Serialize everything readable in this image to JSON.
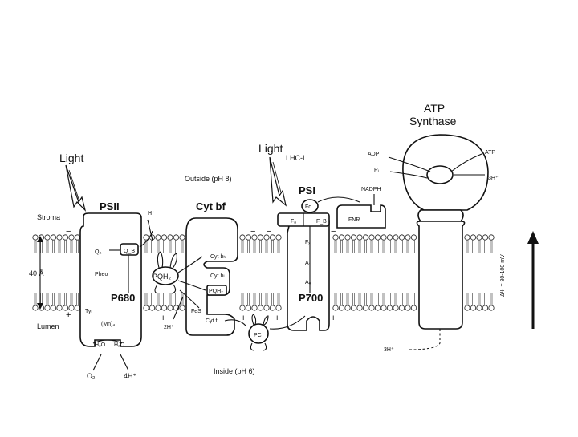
{
  "labels": {
    "light_left": "Light",
    "light_mid": "Light",
    "lhc": "LHC-I",
    "atp_synthase_line1": "ATP",
    "atp_synthase_line2": "Synthase",
    "outside": "Outside (pH 8)",
    "inside": "Inside (pH 6)",
    "stroma": "Stroma",
    "lumen": "Lumen",
    "psii": "PSII",
    "cytbf": "Cyt bf",
    "psi": "PSI",
    "thickness": "40 Å",
    "potential": "ΔΨ = 80-100 mV",
    "adp": "ADP",
    "pi": "Pᵢ",
    "atp": "ATP",
    "h3_top": "3H⁺",
    "h3_bottom": "3H⁺",
    "nadph": "NADPH",
    "fd": "Fd",
    "fnr": "FNR",
    "fa": "Fₐ",
    "fb": "F_B",
    "fx": "Fₓ",
    "a1": "A₁",
    "a0": "A₀",
    "p700": "P700",
    "h_plus_top": "H⁺",
    "qa": "Qₐ",
    "qb": "Q_B",
    "pheo": "Pheo",
    "p680": "P680",
    "tyr": "Tyr",
    "mn": "(Mn)₄",
    "h2o_1": "H₂O",
    "h2o_2": "H₂O",
    "o2": "O₂",
    "h4": "4H⁺",
    "pqh2": "PQH₂",
    "pqh2_small": "PQH₂",
    "cyt_bh": "Cyt bₕ",
    "cyt_bl": "Cyt bₗ",
    "fes": "FeS",
    "cytf": "Cyt f",
    "h2_plus": "2H⁺",
    "pc": "PC",
    "minus_1": "−",
    "minus_2": "−",
    "minus_3": "−",
    "minus_4": "−",
    "plus_1": "+",
    "plus_2": "+",
    "plus_3": "+",
    "plus_4": "+",
    "plus_5": "+"
  },
  "icons": {
    "membrane": "lipid-bilayer",
    "light": "lightning-arrow",
    "potential": "up-arrow"
  }
}
